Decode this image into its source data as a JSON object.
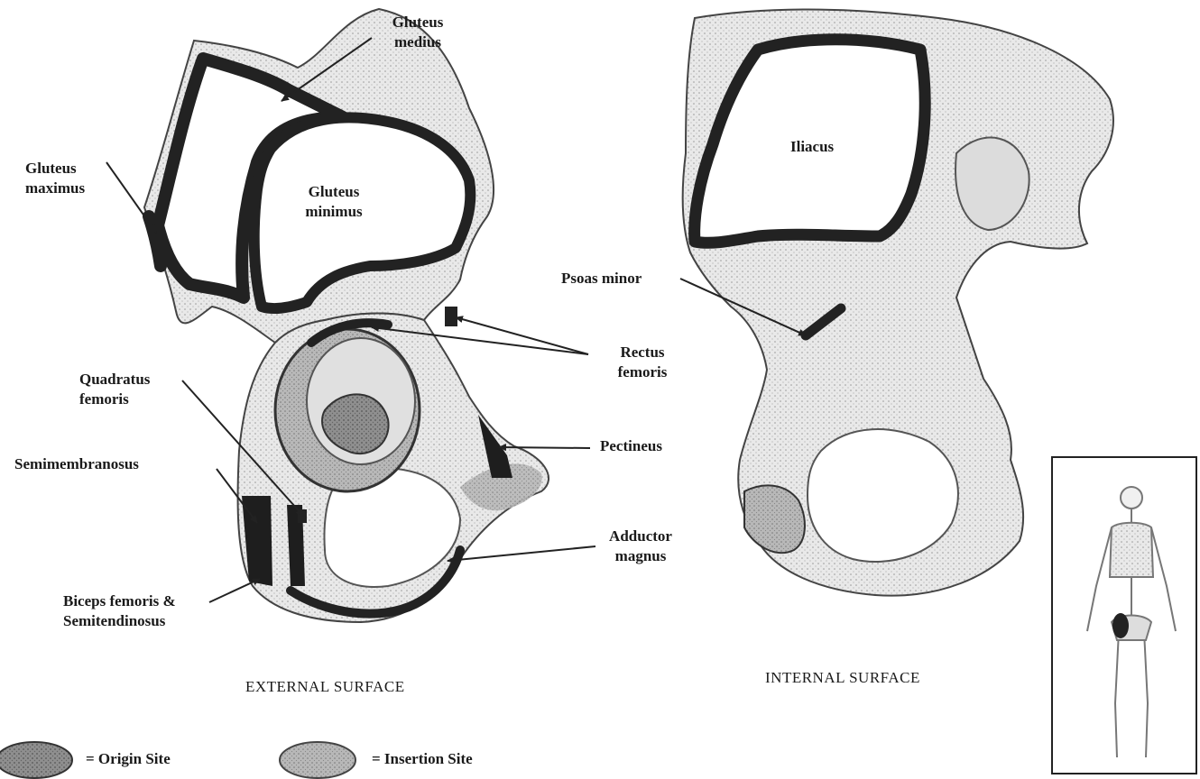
{
  "external": {
    "caption": "EXTERNAL SURFACE",
    "labels": {
      "gluteus_medius": [
        "Gluteus",
        "medius"
      ],
      "gluteus_maximus": [
        "Gluteus",
        "maximus"
      ],
      "gluteus_minimus": [
        "Gluteus",
        "minimus"
      ],
      "rectus_femoris": [
        "Rectus",
        "femoris"
      ],
      "quadratus_femoris": [
        "Quadratus",
        "femoris"
      ],
      "semimembranosus": "Semimembranosus",
      "pectineus": "Pectineus",
      "adductor_magnus": [
        "Adductor",
        "magnus"
      ],
      "biceps_femoris": [
        "Biceps femoris &",
        "Semitendinosus"
      ]
    }
  },
  "internal": {
    "caption": "INTERNAL SURFACE",
    "labels": {
      "iliacus": "Iliacus",
      "psoas_minor": "Psoas minor"
    }
  },
  "legend": {
    "origin": "= Origin Site",
    "insertion": "= Insertion Site",
    "origin_color": "#3a3a3a",
    "insertion_color": "#9a9a9a"
  }
}
